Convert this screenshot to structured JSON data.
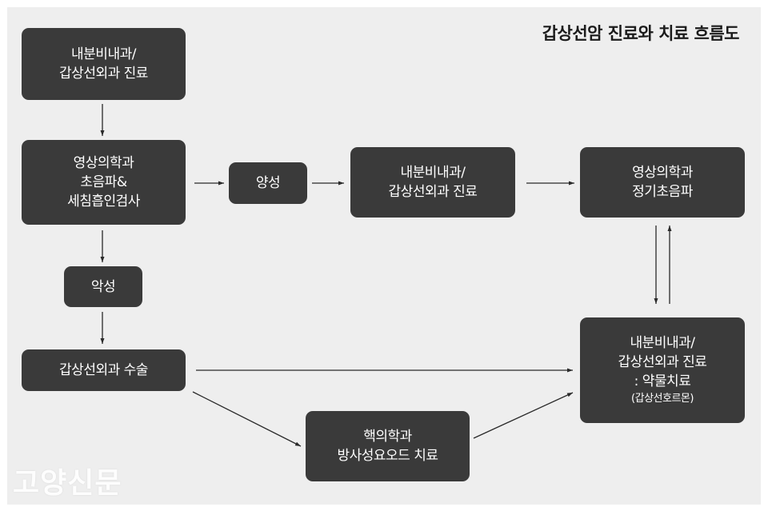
{
  "title": "갑상선암 진료와 치료 흐름도",
  "boxes": {
    "endo_initial": {
      "lines": [
        "내분비내과/",
        "갑상선외과 진료"
      ]
    },
    "diagnosis": {
      "lines": [
        "영상의학과",
        "초음파&",
        "세침흡인검사"
      ]
    },
    "benign": {
      "lines": [
        "양성"
      ]
    },
    "endo_followup": {
      "lines": [
        "내분비내과/",
        "갑상선외과 진료"
      ]
    },
    "ultrasound_regular": {
      "lines": [
        "영상의학과",
        "정기초음파"
      ]
    },
    "malignant": {
      "lines": [
        "악성"
      ]
    },
    "surgery": {
      "lines": [
        "갑상선외과 수술"
      ]
    },
    "radioiodine": {
      "lines": [
        "핵의학과",
        "방사성요오드 치료"
      ]
    },
    "endo_medication": {
      "lines": [
        "내분비내과/",
        "갑상선외과 진료",
        ": 약물치료"
      ],
      "note": "(갑상선호르몬)"
    }
  },
  "watermark": "고양신문",
  "colors": {
    "box": "#3a3a3a",
    "panel": "#eeeeee",
    "arrow": "#2a2a2a",
    "text": "#ffffff"
  }
}
